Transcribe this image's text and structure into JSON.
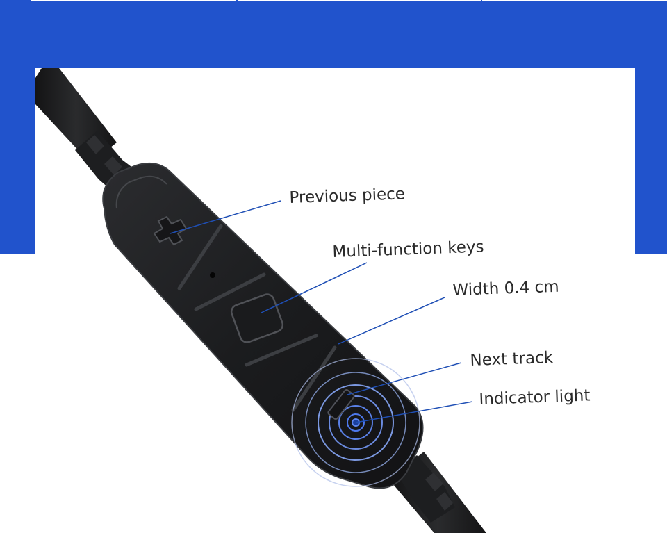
{
  "colors": {
    "band": "#2153cc",
    "leader": "#1f4fb5",
    "label_text": "#2a2a2a",
    "remote_body": "#1e1f21",
    "remote_edge": "#3a3c40"
  },
  "labels": {
    "previous_piece": "Previous piece",
    "multi_function_keys": "Multi-function keys",
    "width": "Width 0.4 cm",
    "next_track": "Next track",
    "indicator_light": "Indicator light"
  }
}
